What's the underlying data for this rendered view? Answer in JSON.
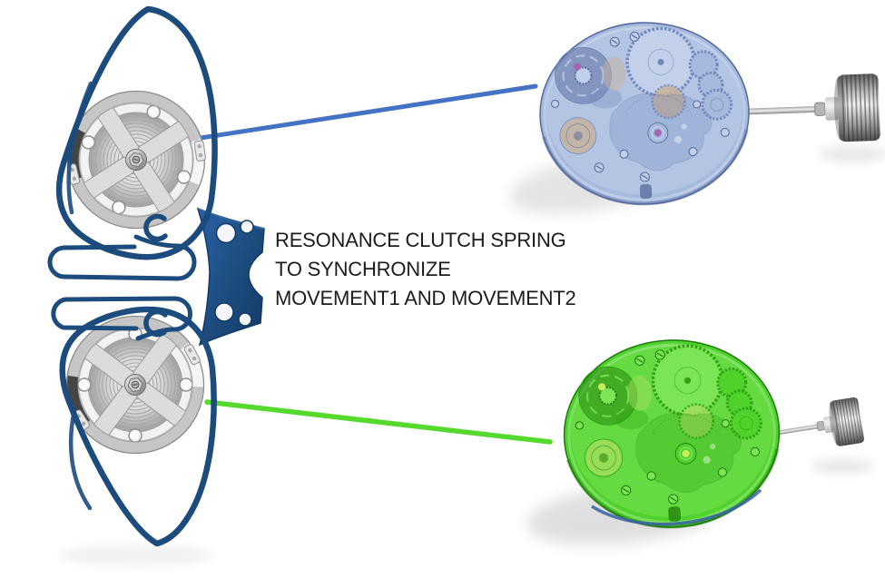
{
  "figure": {
    "caption_lines": [
      "RESONANCE CLUTCH SPRING",
      "TO SYNCHRONIZE",
      "MOVEMENT1 AND MOVEMENT2"
    ]
  },
  "colors": {
    "background": "#ffffff",
    "text": "#1c1c1c",
    "spring-navy": "#1c4b7d",
    "spring-navy-dark": "#143a63",
    "spring-highlight": "#3a6ea8",
    "connector-blue": "#4472c4",
    "connector-green": "#55d92c",
    "m1-body": "#a6bade",
    "m1-face": "#c2cfea",
    "m1-dark": "#7089bd",
    "m1-deep": "#54689c",
    "m1-copper": "#c8b29b",
    "m1-jewel": "#a864b4",
    "m2-body": "#4fd32c",
    "m2-face": "#7ce455",
    "m2-dark": "#2fa412",
    "m2-deep": "#1f7d0a",
    "m2-copper": "#a4de5e",
    "m2-jewel": "#c9ee5a",
    "metal-light": "#e8e8e8",
    "metal-mid": "#c0c0c0",
    "metal-dark": "#707070"
  }
}
